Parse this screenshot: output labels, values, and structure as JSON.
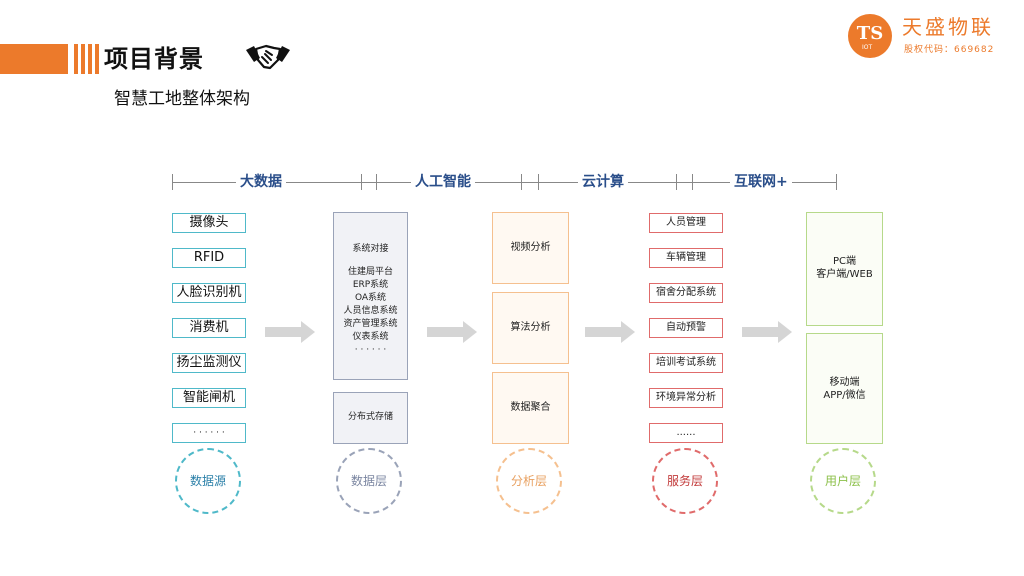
{
  "header": {
    "title": "项目背景",
    "subtitle": "智慧工地整体架构"
  },
  "logo": {
    "mark": "TS",
    "mark_sub": "IOT",
    "company": "天盛物联",
    "stock_code": "股权代码：669682"
  },
  "categories": [
    "大数据",
    "人工智能",
    "云计算",
    "互联网+"
  ],
  "data_sources": [
    "摄像头",
    "RFID",
    "人脸识别机",
    "消费机",
    "扬尘监测仪",
    "智能闸机",
    "· · · · · ·"
  ],
  "data_layer": {
    "heading": "系统对接",
    "items": [
      "住建局平台",
      "ERP系统",
      "OA系统",
      "人员信息系统",
      "资产管理系统",
      "仪表系统",
      "· · · · · ·"
    ],
    "storage": "分布式存储"
  },
  "analysis_layer": [
    "视频分析",
    "算法分析",
    "数据聚合"
  ],
  "service_layer": [
    "人员管理",
    "车辆管理",
    "宿舍分配系统",
    "自动预警",
    "培训考试系统",
    "环境异常分析",
    "......"
  ],
  "user_layer": {
    "pc_title": "PC端",
    "pc_sub": "客户端/WEB",
    "mobile_title": "移动端",
    "mobile_sub": "APP/微信"
  },
  "layers": [
    "数据源",
    "数据层",
    "分析层",
    "服务层",
    "用户层"
  ],
  "colors": {
    "accent": "#ec7a2b",
    "category_text": "#2a4e8a",
    "source": "#4fb9c9",
    "data": "#9aa3b8",
    "analysis": "#f5c08f",
    "service": "#e06b6b",
    "user": "#b6d98a"
  },
  "icons": [
    "handshake-icon",
    "company-logo-icon"
  ]
}
